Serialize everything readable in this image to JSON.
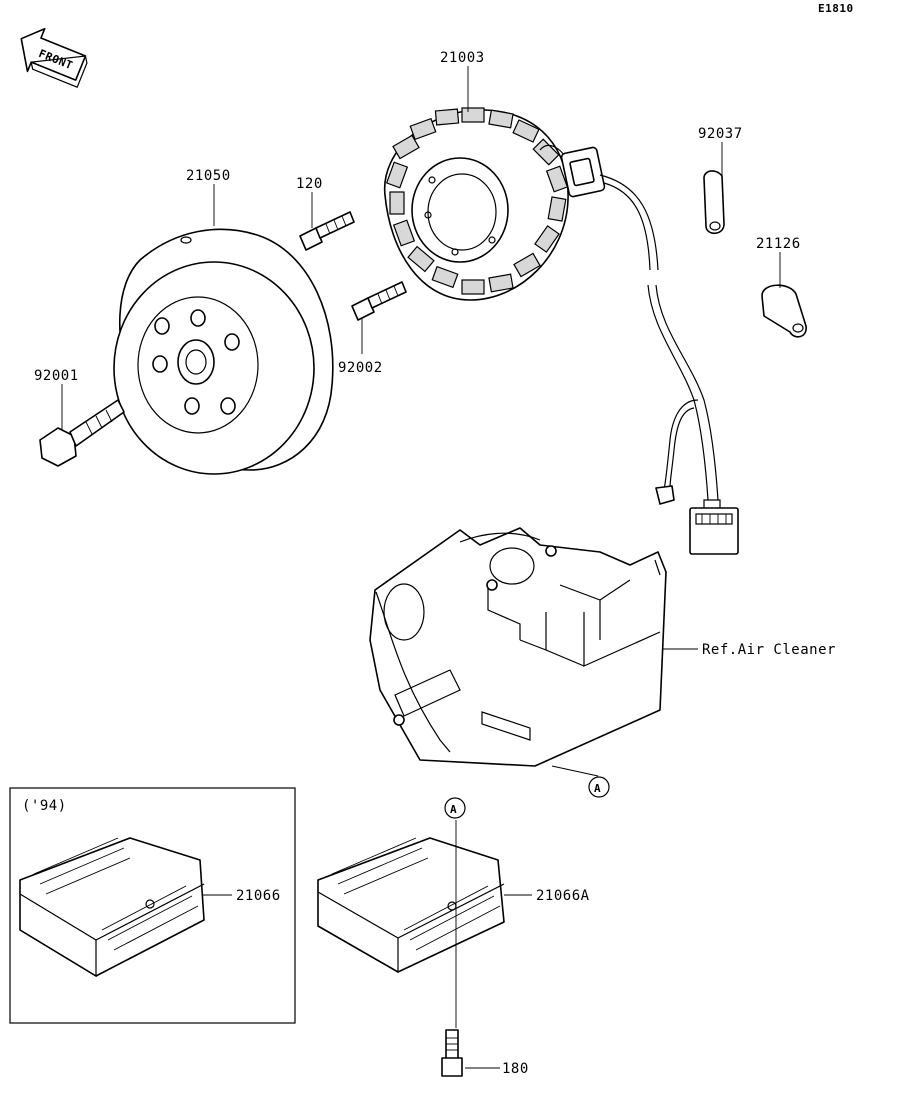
{
  "diagram_id": "E1810",
  "front_label": "FRONT",
  "parts": {
    "stator": "21003",
    "flywheel": "21050",
    "bolt_120": "120",
    "bolt_92002": "92002",
    "bolt_92001": "92001",
    "clamp_92037": "92037",
    "clamp_21126": "21126",
    "regulator_94": "21066",
    "regulator": "21066A",
    "bolt_180": "180"
  },
  "ref_air_cleaner": "Ref.Air Cleaner",
  "callout_a": "A",
  "variant_year": "('94)"
}
